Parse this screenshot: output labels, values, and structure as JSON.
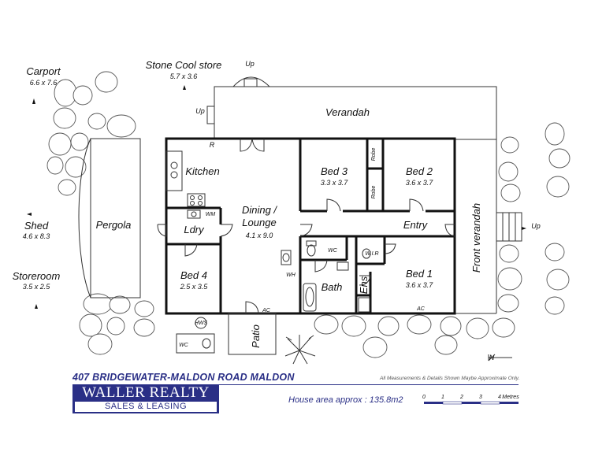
{
  "rooms": {
    "carport": {
      "name": "Carport",
      "size": "6.6 x 7.6"
    },
    "stone_cool_store": {
      "name": "Stone Cool store",
      "size": "5.7 x 3.6"
    },
    "shed": {
      "name": "Shed",
      "size": "4.6 x 8.3"
    },
    "storeroom": {
      "name": "Storeroom",
      "size": "3.5 x 2.5"
    },
    "pergola": {
      "name": "Pergola"
    },
    "verandah": {
      "name": "Verandah"
    },
    "kitchen": {
      "name": "Kitchen"
    },
    "dining": {
      "name_line1": "Dining /",
      "name_line2": "Lounge",
      "size": "4.1 x 9.0"
    },
    "bed3": {
      "name": "Bed 3",
      "size": "3.3 x 3.7"
    },
    "bed2": {
      "name": "Bed 2",
      "size": "3.6 x 3.7"
    },
    "bed4": {
      "name": "Bed 4",
      "size": "2.5 x 3.5"
    },
    "bed1": {
      "name": "Bed 1",
      "size": "3.6 x 3.7"
    },
    "laundry": {
      "name": "Ldry"
    },
    "entry": {
      "name": "Entry"
    },
    "bath": {
      "name": "Bath"
    },
    "ensuite": {
      "name": "Ens"
    },
    "patio": {
      "name": "Patio"
    },
    "front_verandah": {
      "name": "Front verandah"
    }
  },
  "small_labels": {
    "up_top": "Up",
    "up_left": "Up",
    "up_right": "Up",
    "r": "R",
    "wm": "WM",
    "robe1": "Robe",
    "robe2": "Robe",
    "wc1": "WC",
    "wc2": "WC",
    "wir": "W.I.R",
    "wh": "WH",
    "ac1": "AC",
    "ac2": "AC",
    "hws": "HWS"
  },
  "footer": {
    "address": "407 BRIDGEWATER-MALDON ROAD MALDON",
    "disclaimer": "All Measurements & Details Shown Maybe Approximate Only.",
    "logo_top": "WALLER REALTY",
    "logo_bottom": "SALES & LEASING",
    "house_area": "House area approx : 135.8m2",
    "brand_color": "#2a2f86"
  },
  "scale_bar": {
    "ticks": [
      "0",
      "1",
      "2",
      "3",
      "4"
    ],
    "unit": "Metres"
  },
  "compass": {
    "label": "N"
  }
}
